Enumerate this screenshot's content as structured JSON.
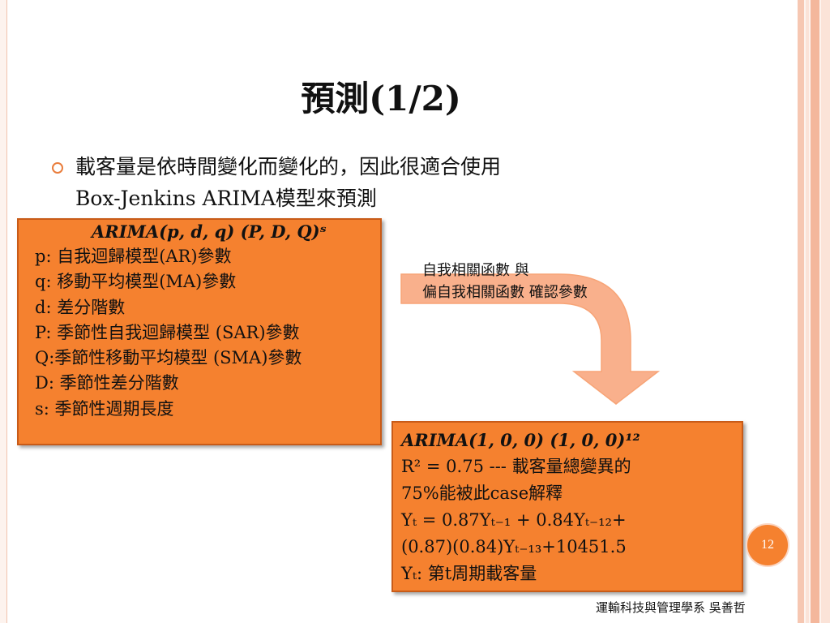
{
  "slide": {
    "title": "預測(1/2)",
    "bullet": {
      "line1": "載客量是依時間變化而變化的，因此很適合使用",
      "line2": "Box-Jenkins ARIMA模型來預測"
    },
    "params_box": {
      "heading": "ARIMA(p, d, q) (P, D, Q)ˢ",
      "rows": [
        "p: 自我迴歸模型(AR)參數",
        "q: 移動平均模型(MA)參數",
        "d: 差分階數",
        "P: 季節性自我迴歸模型 (SAR)參數",
        "Q:季節性移動平均模型 (SMA)參數",
        "D: 季節性差分階數",
        "s: 季節性週期長度"
      ]
    },
    "arrow_label": {
      "line1": "自我相關函數 與",
      "line2": "偏自我相關函數 確認參數"
    },
    "result_box": {
      "line1": "ARIMA(1, 0, 0) (1, 0, 0)¹²",
      "line2": "R² = 0.75  --- 載客量總變異的",
      "line3": "75%能被此case解釋",
      "line4": "Yₜ = 0.87Yₜ₋₁ + 0.84Yₜ₋₁₂+",
      "line5": "(0.87)(0.84)Yₜ₋₁₃+10451.5",
      "line6": "Yₜ: 第t周期載客量"
    },
    "page_number": "12",
    "footer": "運輸科技與管理學系  吳善哲",
    "colors": {
      "accent": "#f5812f",
      "accent_border": "#c85b18",
      "arrow_fill": "#f9b08c"
    }
  }
}
